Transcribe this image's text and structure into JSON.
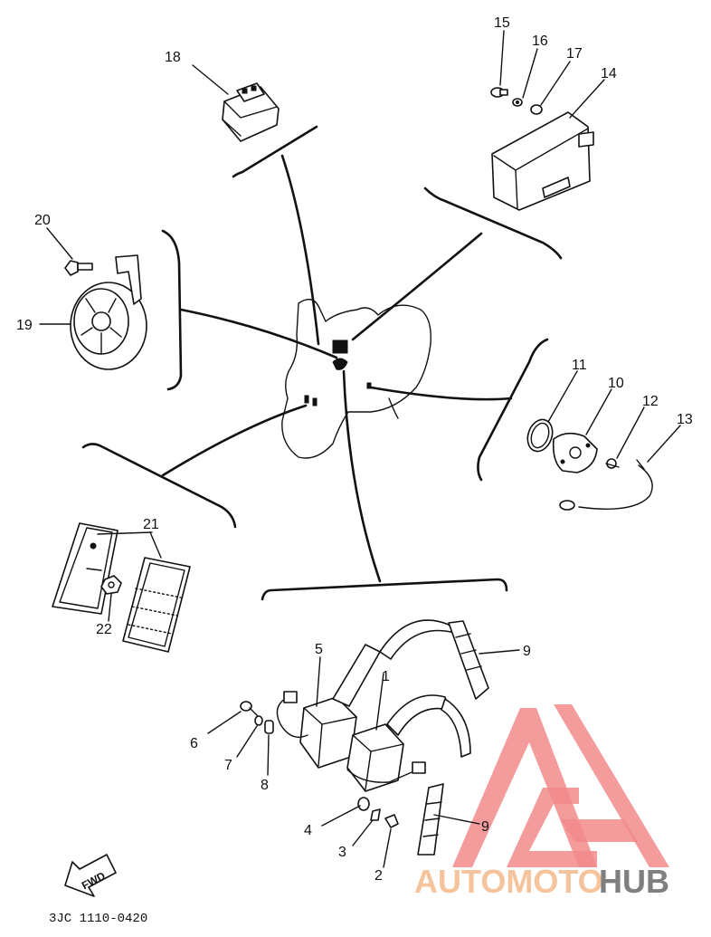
{
  "diagram_code": "3JC 1110-0420",
  "direction_label": "FWD",
  "watermark": {
    "brand_left": "AUTOMOTO",
    "brand_right": "HUB",
    "colors": {
      "logo": "#f28b8b",
      "text_left": "#f6c49c",
      "text_right": "#7f7f7f"
    }
  },
  "callouts": {
    "c1": "1",
    "c2": "2",
    "c3": "3",
    "c4": "4",
    "c5": "5",
    "c6": "6",
    "c7": "7",
    "c8": "8",
    "c9a": "9",
    "c9b": "9",
    "c10": "10",
    "c11": "11",
    "c12": "12",
    "c13": "13",
    "c14": "14",
    "c15": "15",
    "c16": "16",
    "c17": "17",
    "c18": "18",
    "c19": "19",
    "c20": "20",
    "c21": "21",
    "c22": "22"
  }
}
